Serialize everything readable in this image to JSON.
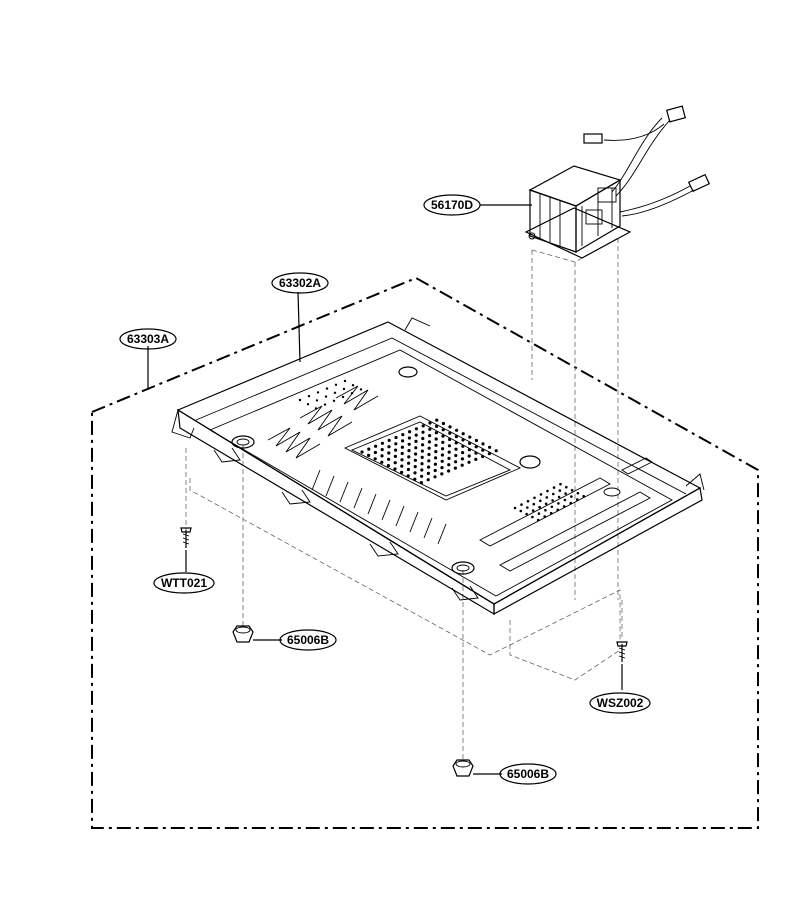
{
  "callouts": [
    {
      "id": "p56170D",
      "text": "56170D"
    },
    {
      "id": "p63302A",
      "text": "63302A"
    },
    {
      "id": "p63303A",
      "text": "63303A"
    },
    {
      "id": "pWTT021",
      "text": "WTT021"
    },
    {
      "id": "p65006B_1",
      "text": "65006B"
    },
    {
      "id": "pWSZ002",
      "text": "WSZ002"
    },
    {
      "id": "p65006B_2",
      "text": "65006B"
    }
  ]
}
